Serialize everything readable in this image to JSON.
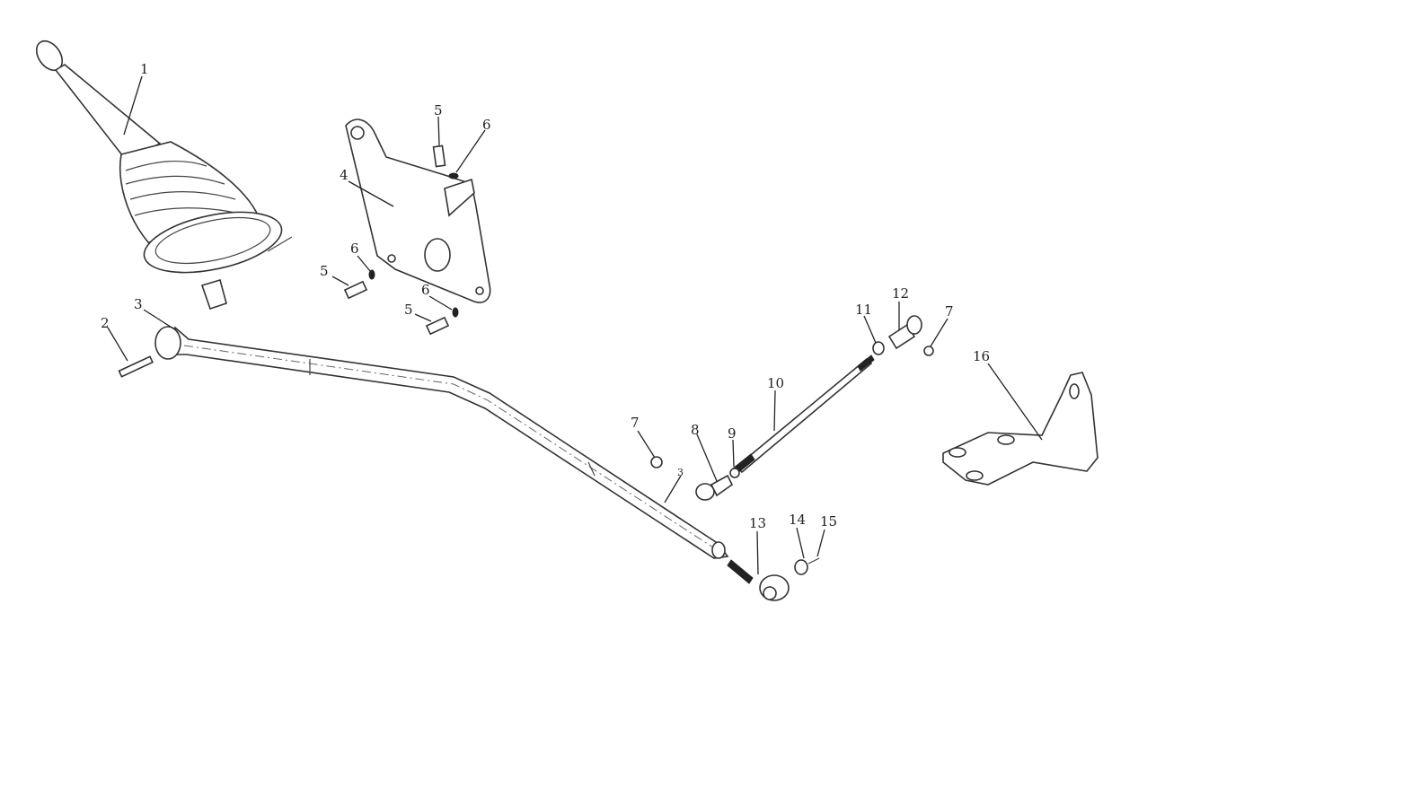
{
  "title": "Gear shift lever assembly exploded view",
  "callouts": [
    "1",
    "2",
    "3",
    "4",
    "5",
    "6",
    "5",
    "6",
    "5",
    "6",
    "7",
    "8",
    "9",
    "10",
    "11",
    "12",
    "7",
    "13",
    "14",
    "15",
    "16",
    "3"
  ]
}
